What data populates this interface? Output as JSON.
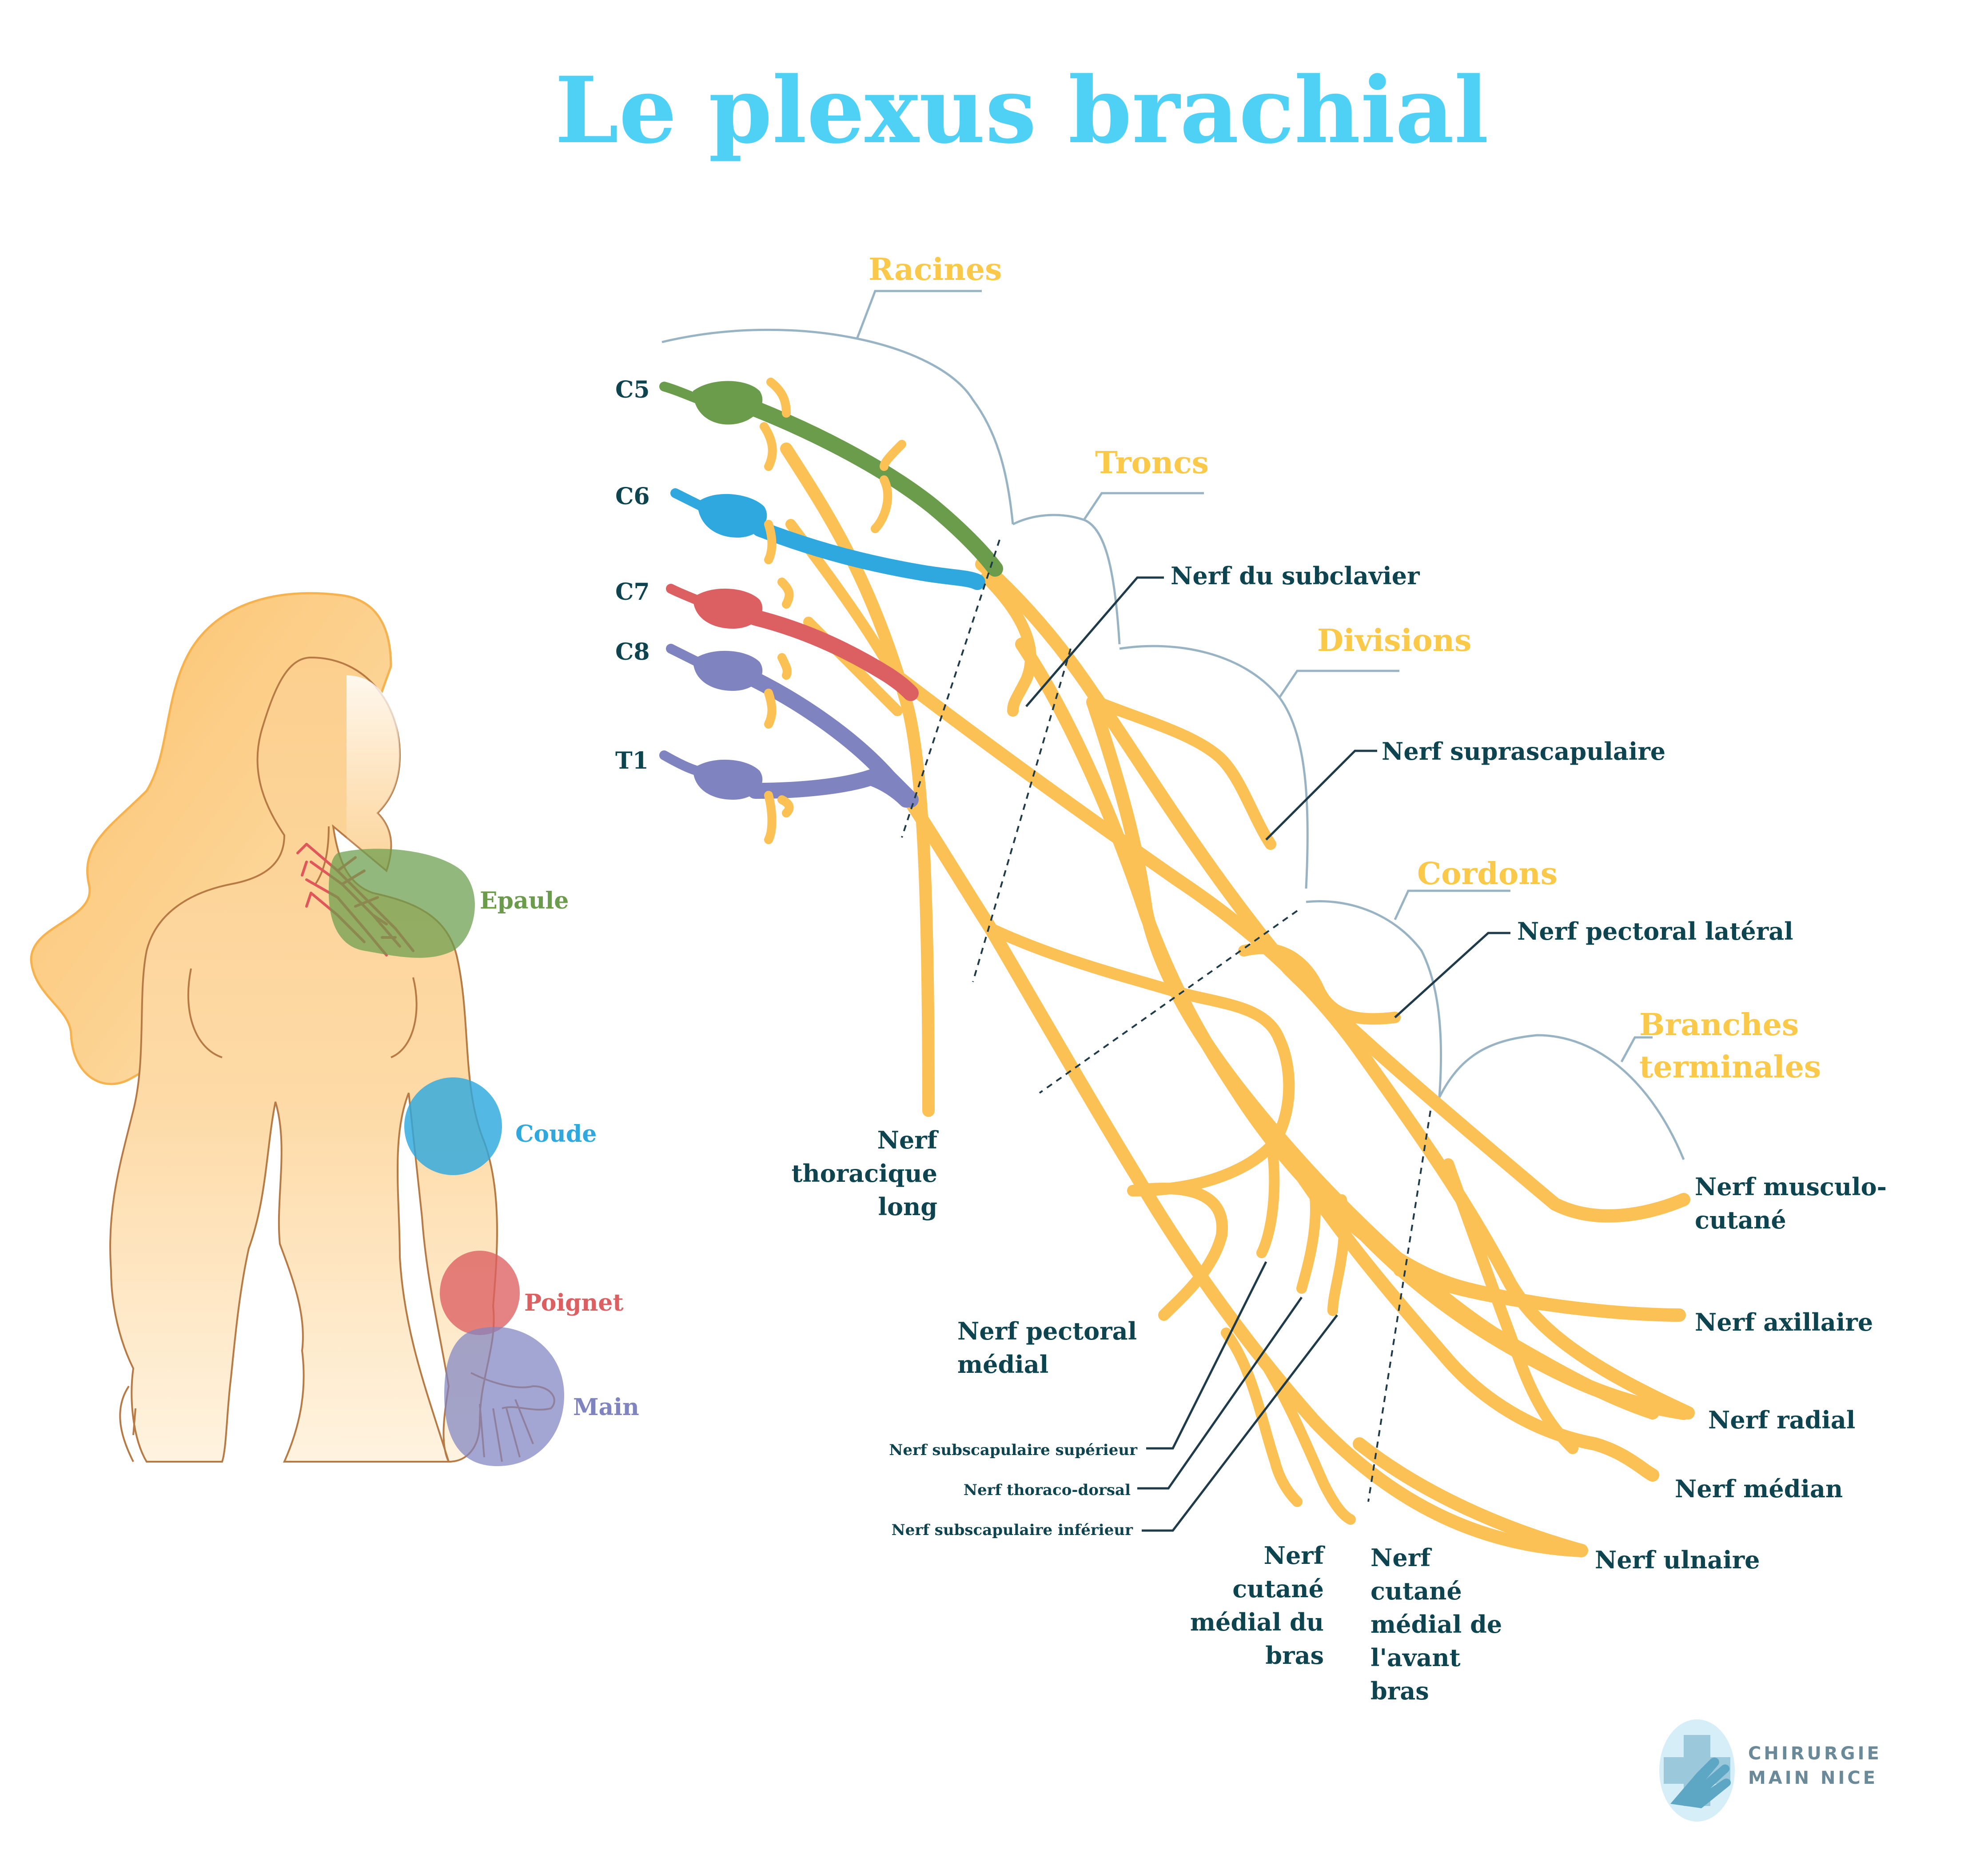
{
  "title": "Le plexus brachial",
  "sections": {
    "racines": "Racines",
    "troncs": "Troncs",
    "divisions": "Divisions",
    "cordons": "Cordons",
    "branches_l1": "Branches",
    "branches_l2": "terminales"
  },
  "roots": [
    {
      "label": "C5",
      "color": "#6a9c4c"
    },
    {
      "label": "C6",
      "color": "#2ea8de"
    },
    {
      "label": "C7",
      "color": "#dc5f62"
    },
    {
      "label": "C8",
      "color": "#7f84c0"
    },
    {
      "label": "T1",
      "color": "#7f84c0"
    }
  ],
  "nerves": {
    "subclavier": "Nerf du subclavier",
    "suprascapulaire": "Nerf suprascapulaire",
    "pectoral_lateral": "Nerf pectoral latéral",
    "thoracique_long": [
      "Nerf",
      "thoracique",
      "long"
    ],
    "musculo_cutane": [
      "Nerf musculo-",
      "cutané"
    ],
    "axillaire": "Nerf axillaire",
    "radial": "Nerf radial",
    "median": "Nerf médian",
    "ulnaire": "Nerf ulnaire",
    "pectoral_medial": [
      "Nerf pectoral",
      "médial"
    ],
    "subscapulaire_superieur": "Nerf subscapulaire supérieur",
    "thoraco_dorsal": "Nerf thoraco-dorsal",
    "subscapulaire_inferieur": "Nerf subscapulaire inférieur",
    "cutane_medial_bras": [
      "Nerf",
      "cutané",
      "médial du",
      "bras"
    ],
    "cutane_medial_avant_bras": [
      "Nerf",
      "cutané",
      "médial de",
      "l'avant",
      "bras"
    ]
  },
  "body_regions": [
    {
      "label": "Epaule",
      "color": "#6a9c4c"
    },
    {
      "label": "Coude",
      "color": "#2ea8de"
    },
    {
      "label": "Poignet",
      "color": "#dc5f62"
    },
    {
      "label": "Main",
      "color": "#7f84c0"
    }
  ],
  "colors": {
    "title": "#4fd0f5",
    "section": "#fbc94a",
    "nerve": "#fbc155",
    "label": "#0e4450",
    "body": "#fcd69a",
    "hair": "#fbc77a"
  },
  "logo": {
    "line1": "CHIRURGIE",
    "line2": "MAIN NICE",
    "icon": "hand-cross-icon"
  }
}
